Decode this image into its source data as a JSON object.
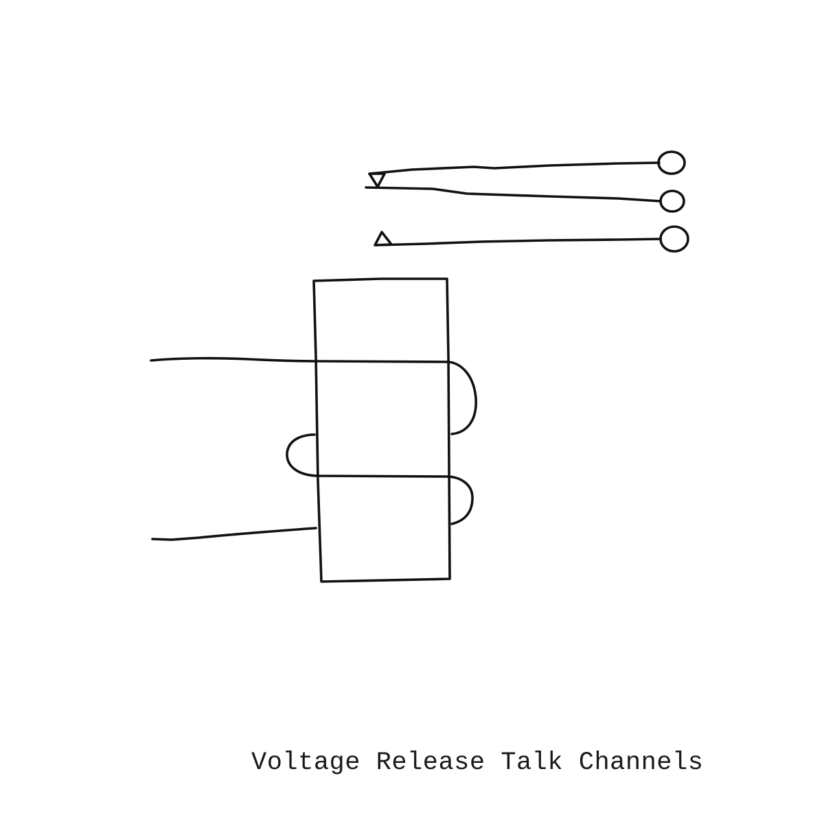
{
  "cover": {
    "title": "Voltage Release Talk Channels",
    "background": "#ffffff",
    "ink": "#111111"
  },
  "diagram": {
    "elements": [
      "relay-coil-rectangle",
      "coil-winding-wire",
      "switch-contact-upper-with-down-triangle",
      "switch-contact-middle",
      "switch-contact-lower-with-up-triangle",
      "terminal-circle-top",
      "terminal-circle-middle",
      "terminal-circle-bottom"
    ]
  }
}
